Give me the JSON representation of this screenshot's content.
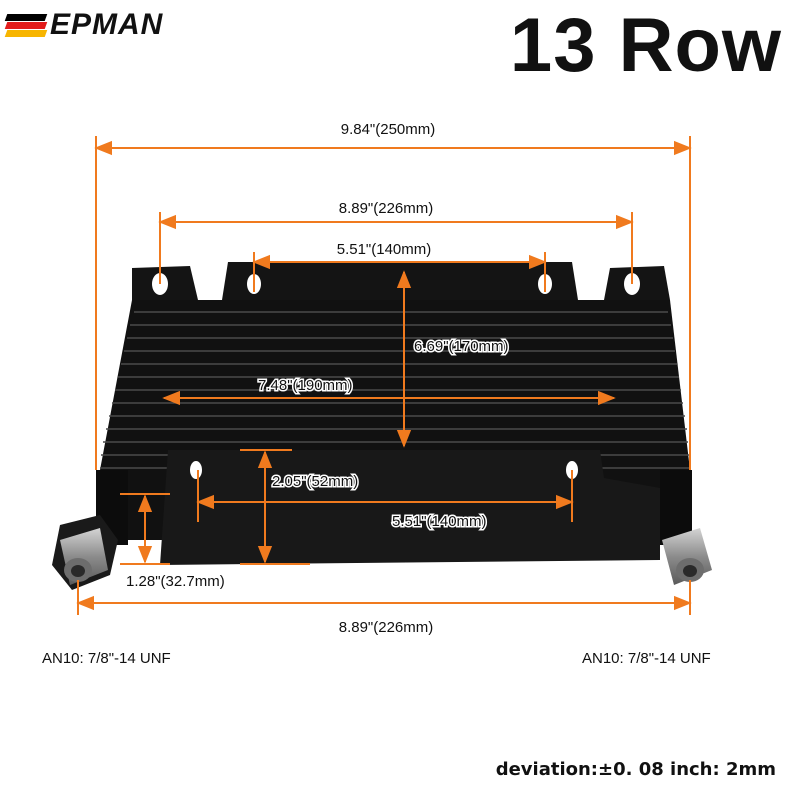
{
  "brand": {
    "name": "EPMAN",
    "colors": [
      "#000000",
      "#e21b1b",
      "#f7b500"
    ]
  },
  "title": "13 Row",
  "dimensions": {
    "overall_width": "9.84\"(250mm)",
    "mount_hole_span": "8.89\"(226mm)",
    "top_bracket_span": "5.51\"(140mm)",
    "core_height": "6.69\"(170mm)",
    "core_width": "7.48\"(190mm)",
    "bracket_height": "2.05\"(52mm)",
    "bottom_bracket_span": "5.51\"(140mm)",
    "port_height": "1.28\"(32.7mm)",
    "port_span": "8.89\"(226mm)"
  },
  "ports": {
    "left": "AN10: 7/8\"-14 UNF",
    "right": "AN10: 7/8\"-14 UNF"
  },
  "deviation": "deviation:±0. 08 inch: 2mm",
  "colors": {
    "dimension_line": "#f07a1e",
    "cooler_body": "#141414",
    "fitting": "#9a9a9a"
  }
}
